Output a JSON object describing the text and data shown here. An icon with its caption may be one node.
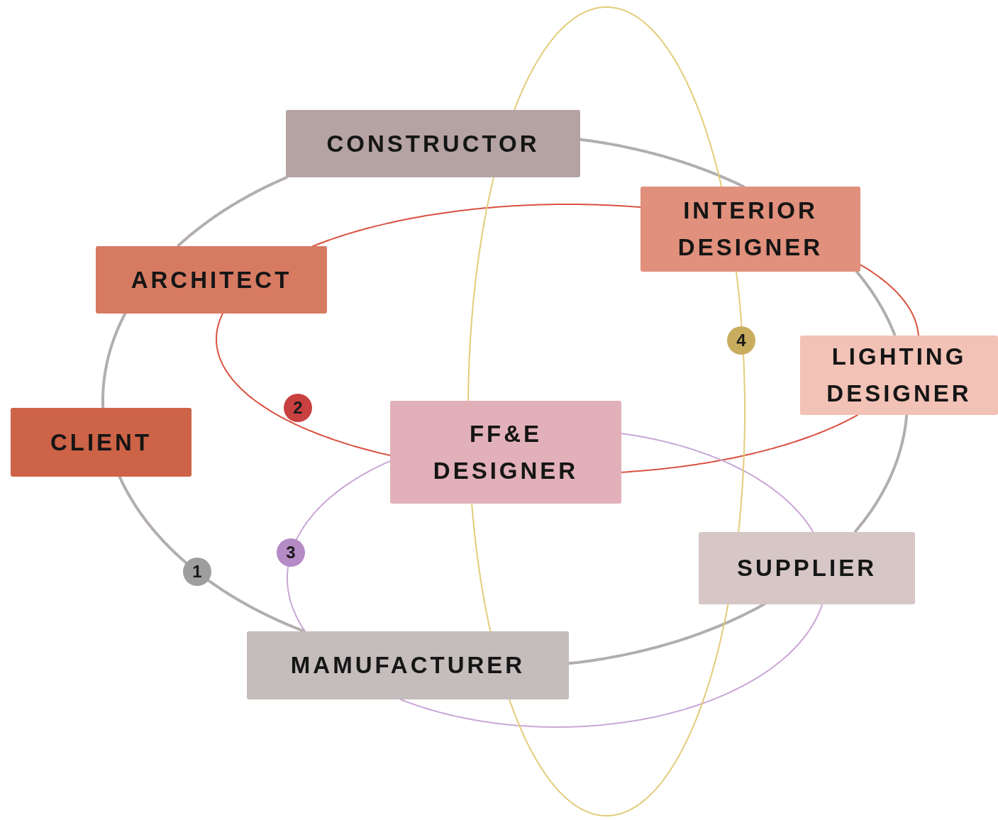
{
  "diagram": {
    "nodes": [
      {
        "text": [
          "CONSTRUCTOR"
        ]
      },
      {
        "text": [
          "INTERIOR DESIGNER"
        ]
      },
      {
        "text": [
          "ARCHITECT"
        ]
      },
      {
        "text": [
          "LIGHTING DESIGNER"
        ]
      },
      {
        "text": [
          "CLIENT"
        ]
      },
      {
        "text": [
          "FF&E DESIGNER"
        ]
      },
      {
        "text": [
          "SUPPLIER"
        ]
      },
      {
        "text": [
          "MAMUFACTURER"
        ]
      }
    ],
    "edges": [
      {
        "from": 0,
        "to": 1,
        "arrow": "none"
      },
      {
        "from": 1,
        "to": 3,
        "arrow": "none"
      },
      {
        "from": 3,
        "to": 6,
        "arrow": "none"
      },
      {
        "from": 6,
        "to": 7,
        "arrow": "none"
      },
      {
        "from": 7,
        "to": 4,
        "arrow": "none"
      },
      {
        "from": 4,
        "to": 2,
        "arrow": "none"
      },
      {
        "from": 2,
        "to": 0,
        "arrow": "none"
      },
      {
        "from": 2,
        "to": 1,
        "arrow": "none",
        "color": "#d9503f"
      },
      {
        "from": 1,
        "to": 3,
        "arrow": "none",
        "color": "#d9503f"
      },
      {
        "from": 3,
        "to": 5,
        "arrow": "none",
        "color": "#d9503f"
      },
      {
        "from": 5,
        "to": 2,
        "arrow": "none",
        "color": "#d9503f"
      },
      {
        "from": 5,
        "to": 6,
        "arrow": "none",
        "color": "#c9a6d6"
      },
      {
        "from": 6,
        "to": 7,
        "arrow": "none",
        "color": "#c9a6d6"
      },
      {
        "from": 7,
        "to": 5,
        "arrow": "none",
        "color": "#c9a6d6"
      },
      {
        "from": 0,
        "to": 5,
        "arrow": "none",
        "color": "#e3cc7a"
      },
      {
        "from": 5,
        "to": 7,
        "arrow": "none",
        "color": "#e3cc7a"
      },
      {
        "from": 7,
        "to": 6,
        "arrow": "none",
        "color": "#e3cc7a"
      },
      {
        "from": 6,
        "to": 1,
        "arrow": "none",
        "color": "#e3cc7a"
      },
      {
        "from": 1,
        "to": 0,
        "arrow": "none",
        "color": "#e3cc7a"
      }
    ],
    "labels": [
      "4",
      "2",
      "3",
      "1"
    ]
  }
}
